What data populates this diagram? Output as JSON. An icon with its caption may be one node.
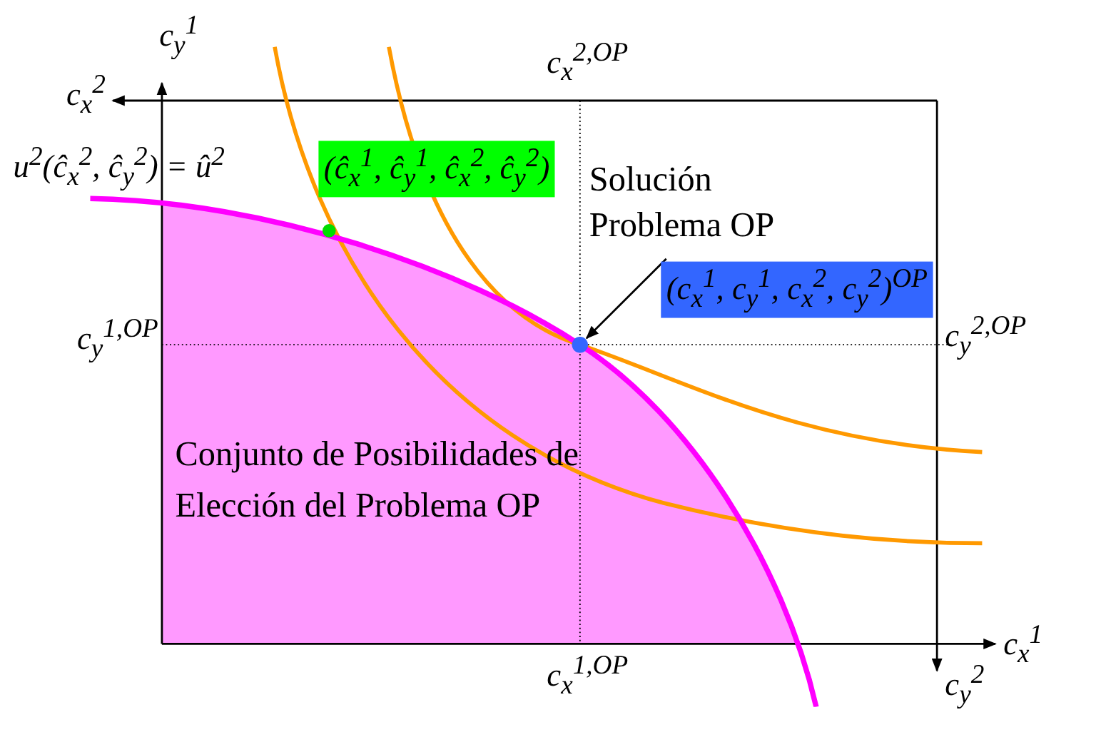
{
  "diagram": {
    "nodes": [
      {
        "text": [
          "(ĉ$_{x}$$^{1}$, ĉ$_{y}$$^{1}$, ĉ$_{x}$$^{2}$, ĉ$_{y}$$^{2}$)"
        ]
      },
      {
        "text": [],
        "shape": "circle"
      },
      {
        "text": [
          "Solución Problema OP"
        ]
      },
      {
        "text": [
          "(c$_{x}$$^{1}$, c$_{y}$$^{1}$, c$_{x}$$^{2}$, c$_{y}$$^{2}$)$^{OP}$"
        ]
      },
      {
        "text": [],
        "shape": "circle"
      }
    ],
    "edges": [
      {
        "from": 2,
        "to": 4,
        "arrow": "to"
      }
    ],
    "labels": [
      "c$_{y}$$^{1}$",
      "c$_{x}$$^{2}$",
      "c$_{x}$$^{2,OP}$",
      "u$^{2}$(ĉ$_{x}$$^{2}$, ĉ$_{y}$$^{2}$) = û$^{2}$",
      "c$_{y}$$^{1,OP}$",
      "c$_{y}$$^{2,OP}$",
      "Conjunto de Posibilidades de Elección del Problema OP",
      "c$_{x}$$^{1,OP}$",
      "c$_{x}$$^{1}$",
      "c$_{y}$$^{2}$"
    ]
  }
}
